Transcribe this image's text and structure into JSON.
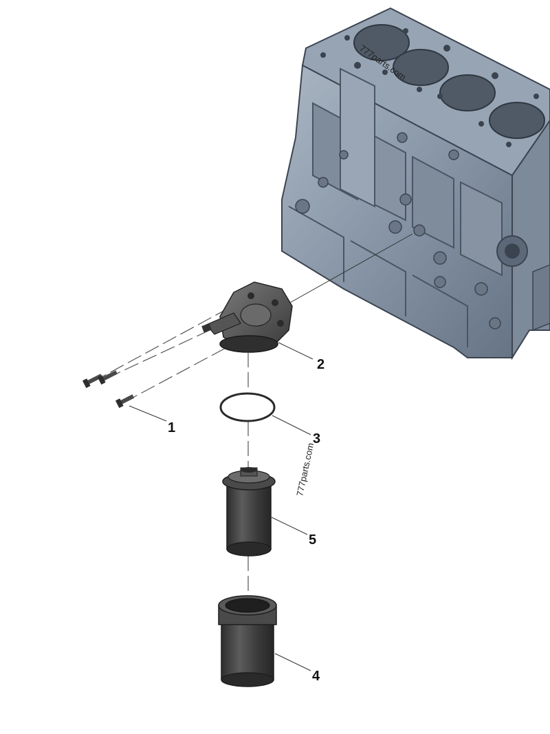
{
  "callouts": {
    "c1": "1",
    "c2": "2",
    "c3": "3",
    "c4": "4",
    "c5": "5"
  },
  "watermarks": {
    "top": "777parts.com",
    "middle": "777parts.com"
  },
  "colors": {
    "block": "#8b99aa",
    "block_dark": "#5e6b7a",
    "block_light": "#a7b3c1",
    "part": "#3f3f3f",
    "part_light": "#6a6a6a"
  }
}
